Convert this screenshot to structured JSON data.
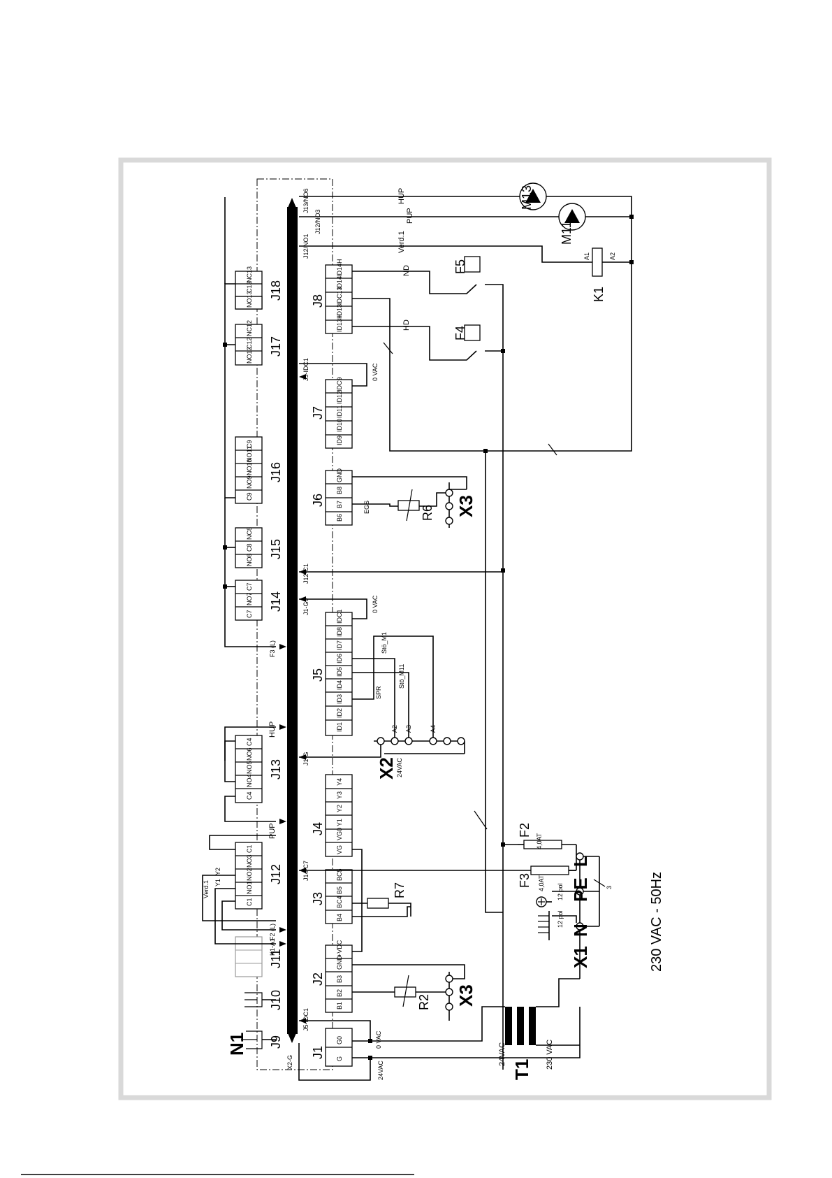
{
  "diagram": {
    "labels": {
      "N1": "N1",
      "J9": "J9",
      "J10": "J10",
      "J11": "J11",
      "J12": "J12",
      "J13": "J13",
      "J14": "J14",
      "J15": "J15",
      "J16": "J16",
      "J17": "J17",
      "J18": "J18",
      "J1": "J1",
      "J2": "J2",
      "J3": "J3",
      "J4": "J4",
      "J5": "J5",
      "J6": "J6",
      "J7": "J7",
      "J8": "J8",
      "X1": "X1",
      "X2": "X2",
      "X3a": "X3",
      "X3b": "X3",
      "T1": "T1",
      "R2": "R2",
      "R6": "R6",
      "R7": "R7",
      "F2": "F2",
      "F3": "F3",
      "F4": "F4",
      "F5": "F5",
      "K1": "K1",
      "M11": "M11",
      "M13": "M13",
      "L": "L",
      "PE": "PE",
      "N": "N",
      "v24": "24VAC",
      "v230": "230 VAC",
      "v24x2": "24VAC",
      "fuse40a": "4,0AT",
      "fuse40b": "4,0AT",
      "pol12a": "12 pol",
      "pol12b": "12 pol",
      "three": "3",
      "A1": "A1",
      "A2": "A2",
      "A2x": "A2",
      "A3x": "A3",
      "A4x": "A4",
      "HD": "HD",
      "ND": "ND",
      "EGS": "EGS",
      "SPR": "SPR",
      "stoM1": "Stö_M1",
      "stoM11": "Stö_M11",
      "HUP": "HUP",
      "PUP": "PUP",
      "verd1": "Verd.1",
      "hupSide": "HUP",
      "pupSide": "PUP",
      "verd1Side": "Verd.1",
      "j13no6": "J13/NO6",
      "j12no3": "J12/NO3",
      "j12no1": "J12/NO1",
      "j5idc1": "J5-IDC1",
      "j1g": "J1-G",
      "j1g0": "J1-G0",
      "j12c1": "J12-C1",
      "j14c7": "J14-C7",
      "j5idc1b": "J5-IDC1",
      "x2g": "X2-G",
      "k1a1": "K1-A1",
      "f2l": "F2 (L)",
      "f3l": "F3 (L)",
      "y1": "Y1",
      "y2": "Y2",
      "g": "G",
      "g0": "G0",
      "vac0a": "0 VAC",
      "vac0b": "0 VAC",
      "vac0c": "0 VAC",
      "vac24b": "24VAC"
    },
    "pins": {
      "J1": [
        "G",
        "G0"
      ],
      "J2": [
        "B1",
        "B2",
        "B3",
        "GND",
        "+VDC"
      ],
      "J3": [
        "B4",
        "BC4",
        "B5",
        "BC5"
      ],
      "J4": [
        "VG",
        "VG0",
        "Y1",
        "Y2",
        "Y3",
        "Y4"
      ],
      "J5": [
        "ID1",
        "ID2",
        "ID3",
        "ID4",
        "ID5",
        "ID6",
        "ID7",
        "ID8",
        "IDC1"
      ],
      "J6": [
        "B6",
        "B7",
        "B8",
        "GND"
      ],
      "J7": [
        "ID9",
        "ID10",
        "ID11",
        "ID12",
        "IDC9"
      ],
      "J8": [
        "ID13H",
        "ID13",
        "IDC13",
        "ID14",
        "ID14H"
      ],
      "J12": [
        "C1",
        "NO1",
        "NO2",
        "NO3",
        "C1"
      ],
      "J13": [
        "C4",
        "NO4",
        "NO5",
        "NO6",
        "C4"
      ],
      "J14": [
        "C7",
        "NO7",
        "C7"
      ],
      "J15": [
        "NO8",
        "C8",
        "NC8"
      ],
      "J16": [
        "C9",
        "NO9",
        "NO10",
        "NO11",
        "C9"
      ],
      "J17": [
        "NO12",
        "C12",
        "NC12"
      ],
      "J18": [
        "NO13",
        "C13",
        "NC13"
      ]
    },
    "footer": "230 VAC - 50Hz"
  }
}
